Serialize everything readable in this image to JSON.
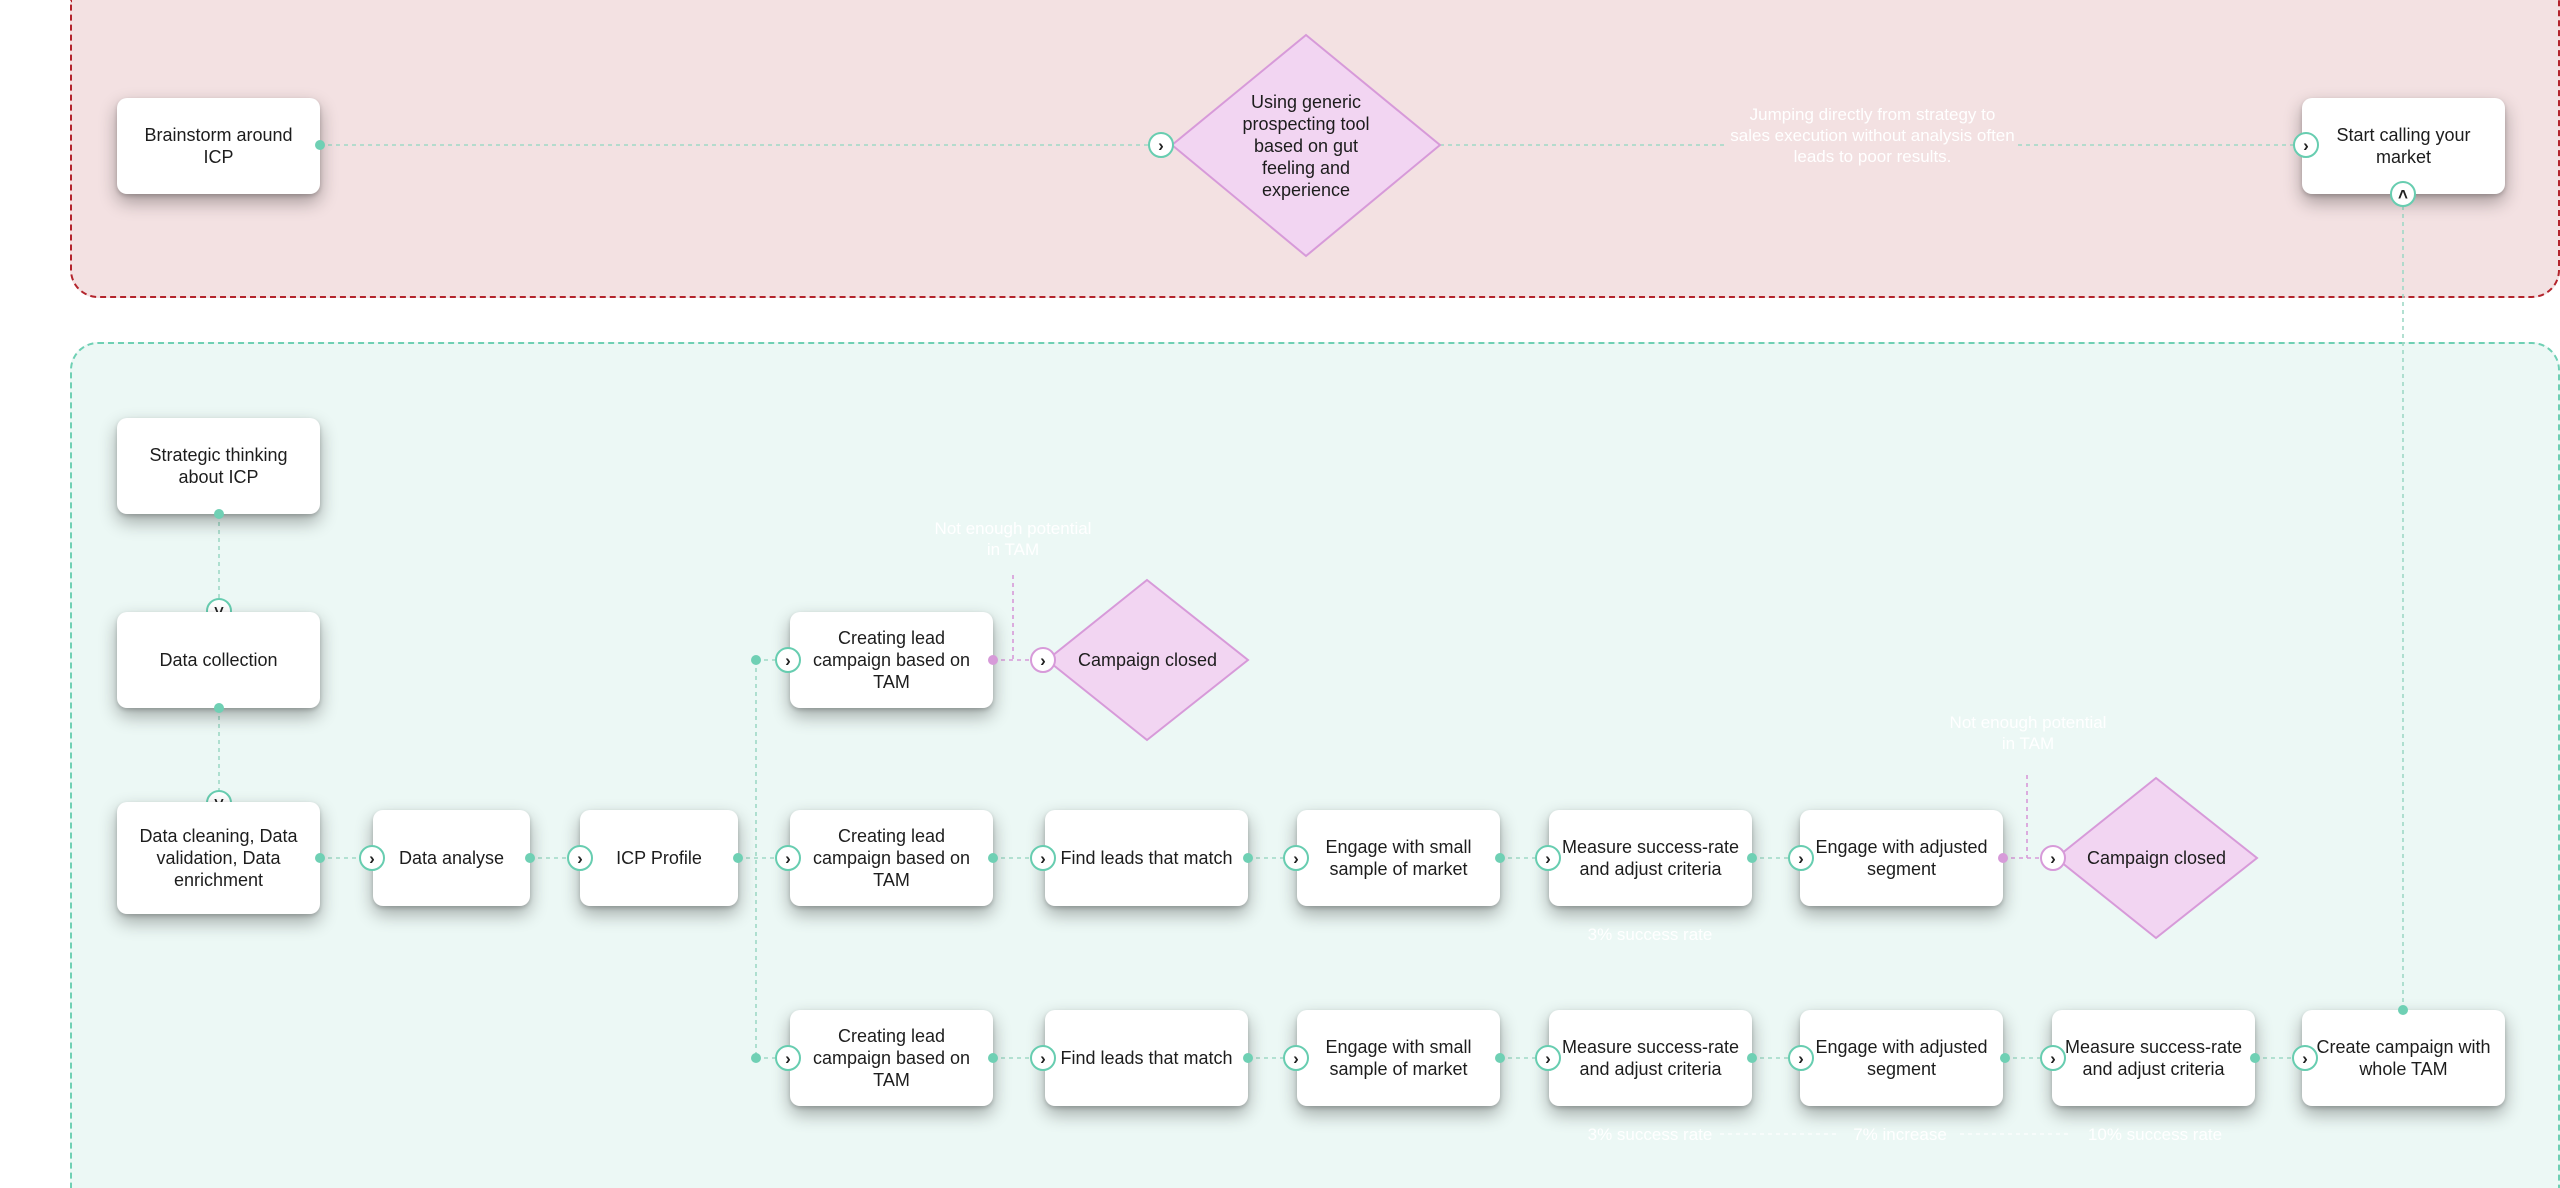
{
  "diagram": {
    "colors": {
      "region_red_fill": "#f3e1e2",
      "region_red_border": "#b3242c",
      "region_green_fill": "#ecf8f5",
      "region_green_border": "#6fd0b4",
      "connector": "#6fd0b4",
      "decision_fill": "#f2d5f2",
      "decision_border": "#d79ad9"
    },
    "icons": [
      "chevron-right-icon",
      "chevron-down-icon",
      "chevron-up-icon"
    ],
    "top_lane": {
      "brainstorm": "Brainstorm around ICP",
      "generic_tool": "Using generic prospecting tool based on gut feeling and experience",
      "note": "Jumping directly from strategy to sales execution without analysis often leads to poor results.",
      "start_calling": "Start calling your market"
    },
    "bottom_lane": {
      "strategic": "Strategic thinking about ICP",
      "data_collection": "Data collection",
      "data_cleaning": "Data cleaning, Data validation, Data enrichment",
      "data_analyse": "Data analyse",
      "icp_profile": "ICP Profile",
      "row1": {
        "creating_lead": "Creating lead campaign based on TAM",
        "campaign_closed": "Campaign closed",
        "note": "Not enough potential in TAM"
      },
      "row2": {
        "creating_lead": "Creating lead campaign based on TAM",
        "find_leads": "Find leads that match",
        "engage_small": "Engage with small sample of market",
        "measure": "Measure success-rate and adjust criteria",
        "engage_adjusted": "Engage with adjusted segment",
        "campaign_closed": "Campaign closed",
        "note_rate": "3% success rate",
        "note_potential": "Not enough potential in TAM"
      },
      "row3": {
        "creating_lead": "Creating lead campaign based on TAM",
        "find_leads": "Find leads that match",
        "engage_small": "Engage with small sample of market",
        "measure1": "Measure success-rate and adjust criteria",
        "engage_adjusted": "Engage with adjusted segment",
        "measure2": "Measure success-rate and adjust criteria",
        "create_campaign": "Create campaign with whole TAM",
        "note_rate1": "3% success rate",
        "note_increase": "7% increase",
        "note_rate2": "10% success rate"
      }
    }
  }
}
